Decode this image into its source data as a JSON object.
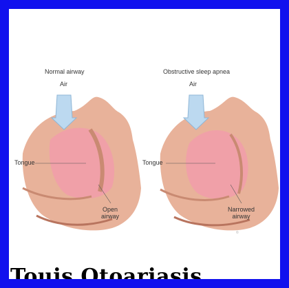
{
  "left_panel": {
    "title": "Normal airway",
    "air_label": "Air",
    "tongue_label": "Tongue",
    "airway_label": "Open\nairway"
  },
  "right_panel": {
    "title": "Obstructive sleep apnea",
    "air_label": "Air",
    "tongue_label": "Tongue",
    "airway_label": "Narrowed\nairway"
  },
  "caption": "Touis Otoariasis",
  "colors": {
    "border": "#1111ee",
    "skin": "#e8b29a",
    "skin_shadow": "#c98a72",
    "tongue": "#f0a0a8",
    "airflow": "#bcd9f0"
  }
}
